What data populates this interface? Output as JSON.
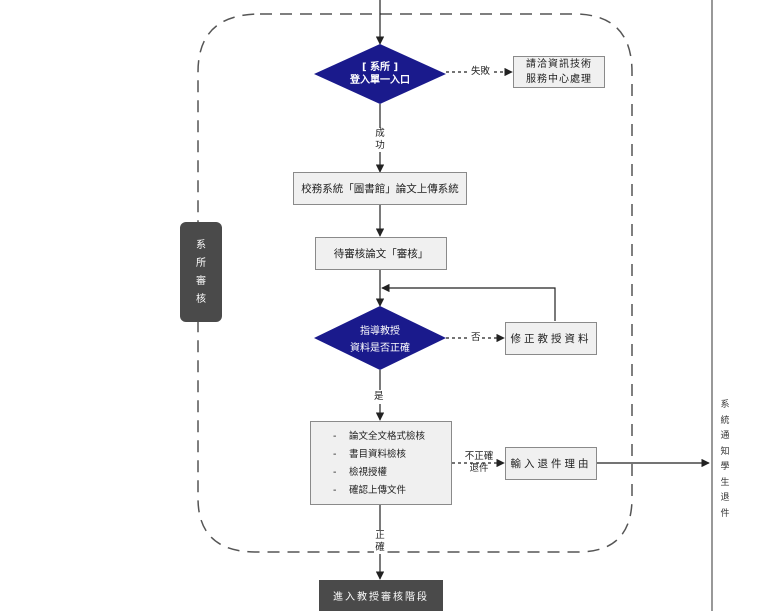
{
  "badge": {
    "chars": [
      "系",
      "所",
      "審",
      "核"
    ]
  },
  "nodes": {
    "login": {
      "line1": "[ 系所 ]",
      "line2": "登入單一入口"
    },
    "it_center": {
      "line1": "請洽資訊技術",
      "line2": "服務中心處理"
    },
    "upload": {
      "label": "校務系統「圖書館」論文上傳系統"
    },
    "pending": {
      "label": "待審核論文「審核」"
    },
    "advisor_check": {
      "line1": "指導教授",
      "line2": "資料是否正確"
    },
    "fix_advisor": {
      "label": "修正教授資料"
    },
    "checks": {
      "items": [
        "論文全文格式檢核",
        "書目資料檢核",
        "檢視授權",
        "確認上傳文件"
      ]
    },
    "return_reason": {
      "label": "輸入退件理由"
    },
    "next_stage": {
      "label": "進入教授審核階段"
    }
  },
  "edge_labels": {
    "fail": "失敗",
    "success": [
      "成",
      "功"
    ],
    "no": "否",
    "yes": "是",
    "incorrect": [
      "不正確",
      "退件"
    ],
    "correct": [
      "正",
      "確"
    ]
  },
  "side_note": {
    "chars": [
      "系",
      "統",
      "通",
      "知",
      "學",
      "生",
      "退",
      "件"
    ]
  },
  "colors": {
    "diamond_fill": "#1a1a8c",
    "box_fill": "#f0f0f0",
    "box_border": "#8a8a8a",
    "dark_fill": "#4a4a4a",
    "line": "#222222"
  }
}
